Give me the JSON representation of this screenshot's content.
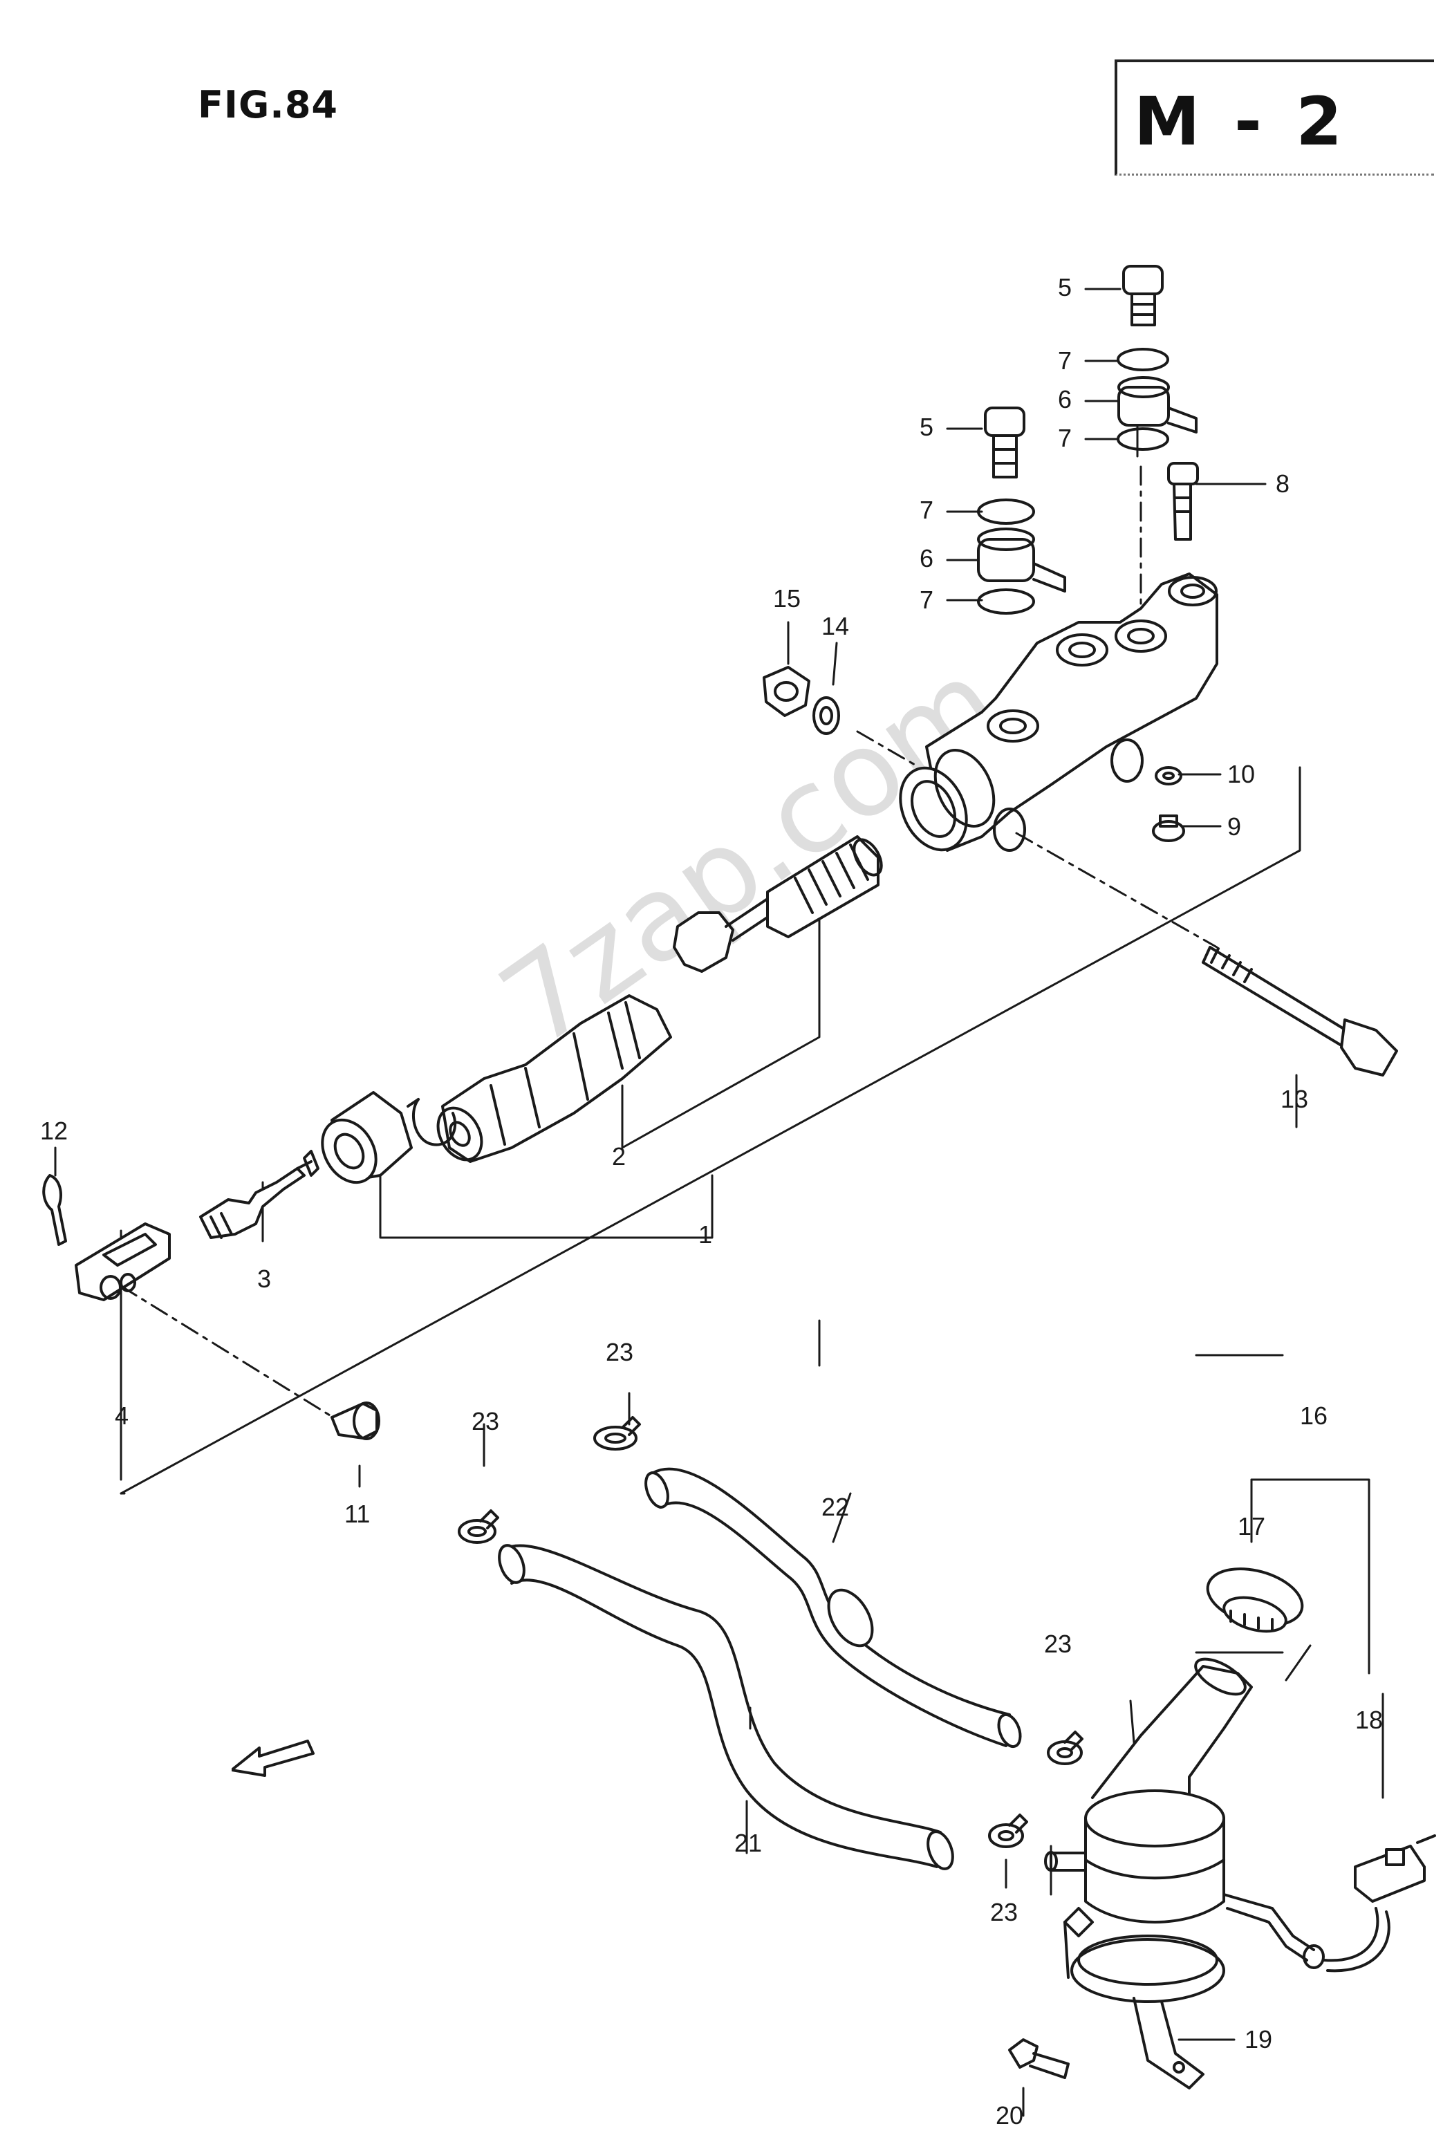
{
  "figure": {
    "title": "FIG.84",
    "section_code": "M - 2",
    "watermark": "7zap.com",
    "direction_label": "FWD"
  },
  "callouts": [
    {
      "id": "c5a",
      "text": "5"
    },
    {
      "id": "c7a",
      "text": "7"
    },
    {
      "id": "c6a",
      "text": "6"
    },
    {
      "id": "c7b",
      "text": "7"
    },
    {
      "id": "c5b",
      "text": "5"
    },
    {
      "id": "c8",
      "text": "8"
    },
    {
      "id": "c7c",
      "text": "7"
    },
    {
      "id": "c6b",
      "text": "6"
    },
    {
      "id": "c7d",
      "text": "7"
    },
    {
      "id": "c15",
      "text": "15"
    },
    {
      "id": "c14",
      "text": "14"
    },
    {
      "id": "c10",
      "text": "10"
    },
    {
      "id": "c9",
      "text": "9"
    },
    {
      "id": "c13",
      "text": "13"
    },
    {
      "id": "c12",
      "text": "12"
    },
    {
      "id": "c2",
      "text": "2"
    },
    {
      "id": "c1",
      "text": "1"
    },
    {
      "id": "c3",
      "text": "3"
    },
    {
      "id": "c4",
      "text": "4"
    },
    {
      "id": "c11",
      "text": "11"
    },
    {
      "id": "c23a",
      "text": "23"
    },
    {
      "id": "c23b",
      "text": "23"
    },
    {
      "id": "c22",
      "text": "22"
    },
    {
      "id": "c16",
      "text": "16"
    },
    {
      "id": "c17",
      "text": "17"
    },
    {
      "id": "c23c",
      "text": "23"
    },
    {
      "id": "c18",
      "text": "18"
    },
    {
      "id": "c21",
      "text": "21"
    },
    {
      "id": "c23d",
      "text": "23"
    },
    {
      "id": "c19",
      "text": "19"
    },
    {
      "id": "c20",
      "text": "20"
    }
  ],
  "colors": {
    "line": "#1a1a1a",
    "paper": "#ffffff"
  }
}
